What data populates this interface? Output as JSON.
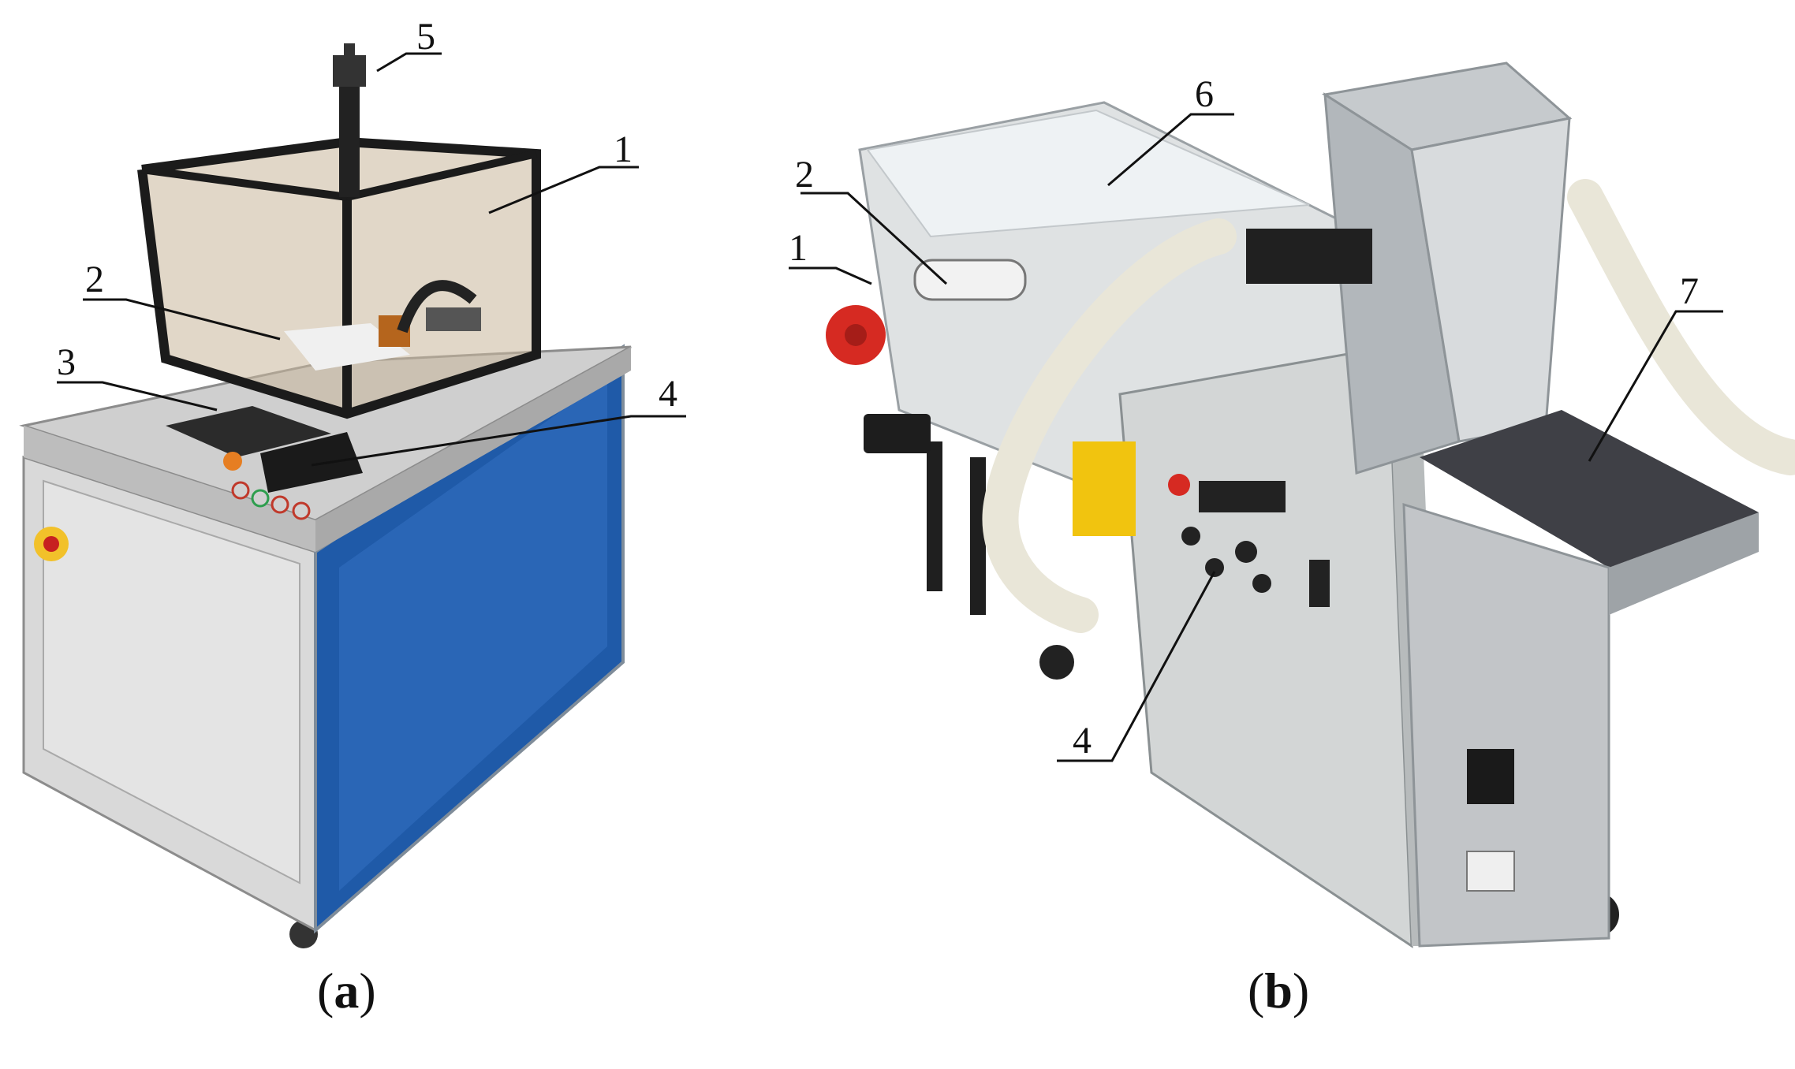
{
  "panels": [
    {
      "id": "a",
      "caption_open": "(",
      "caption_letter": "a",
      "caption_close": ")"
    },
    {
      "id": "b",
      "caption_open": "(",
      "caption_letter": "b",
      "caption_close": ")"
    }
  ],
  "callouts_a": [
    "1",
    "2",
    "3",
    "4",
    "5"
  ],
  "callouts_b": [
    "1",
    "2",
    "4",
    "6",
    "7"
  ],
  "colors": {
    "cabinet_blue": "#1f5aa8",
    "frame_black": "#1b1b1b",
    "panel_grey": "#dcdcdc",
    "steel": "#b9bcc0",
    "belt_dark": "#3f4046",
    "hose": "#e9e6d8",
    "stop_red": "#d62a22"
  }
}
